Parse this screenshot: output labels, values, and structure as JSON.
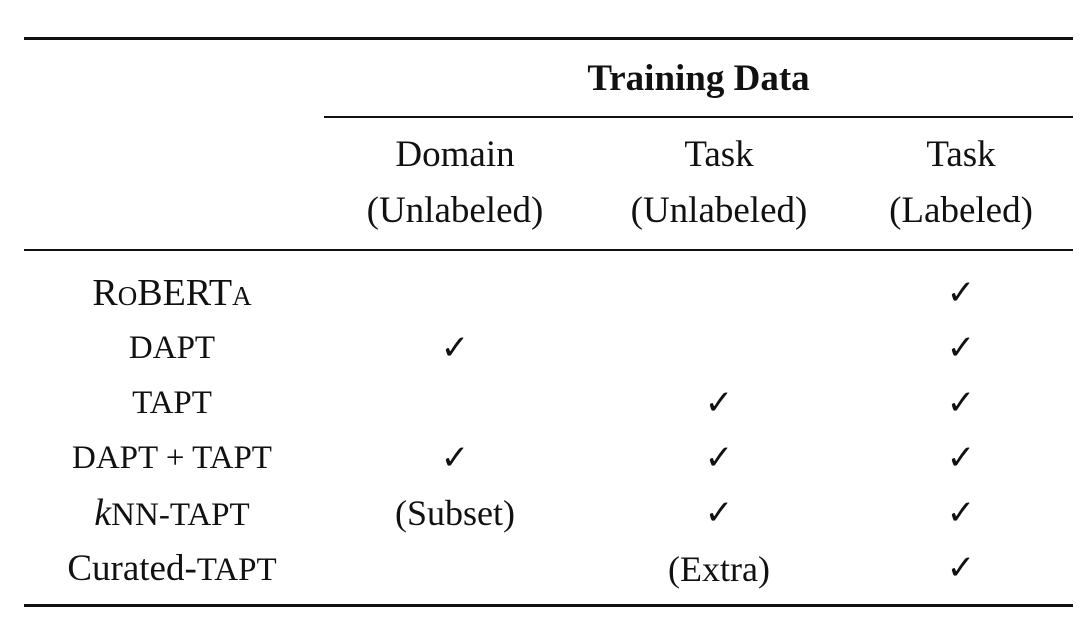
{
  "table": {
    "group_header": "Training Data",
    "columns": [
      {
        "line1": "Domain",
        "line2": "(Unlabeled)"
      },
      {
        "line1": "Task",
        "line2": "(Unlabeled)"
      },
      {
        "line1": "Task",
        "line2": "(Labeled)"
      }
    ],
    "check_symbol": "✓",
    "rows": [
      {
        "label": "RoBERTa",
        "domain": "",
        "task_unlabeled": "",
        "task_labeled": "✓"
      },
      {
        "label": "DAPT",
        "domain": "✓",
        "task_unlabeled": "",
        "task_labeled": "✓"
      },
      {
        "label": "TAPT",
        "domain": "",
        "task_unlabeled": "✓",
        "task_labeled": "✓"
      },
      {
        "label": "DAPT + TAPT",
        "domain": "✓",
        "task_unlabeled": "✓",
        "task_labeled": "✓"
      },
      {
        "label_math": "k",
        "label": "NN-TAPT",
        "domain": "(Subset)",
        "task_unlabeled": "✓",
        "task_labeled": "✓"
      },
      {
        "label_plain": "Curated-",
        "label": "TAPT",
        "domain": "",
        "task_unlabeled": "(Extra)",
        "task_labeled": "✓"
      }
    ]
  }
}
